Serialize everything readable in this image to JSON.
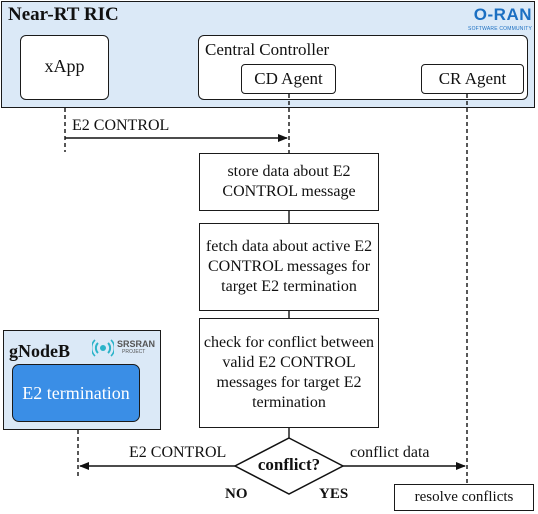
{
  "ric": {
    "title": "Near-RT RIC",
    "oran_logo": {
      "main": "O-RAN",
      "sub": "SOFTWARE COMMUNITY"
    },
    "xapp": "xApp",
    "central_controller": {
      "title": "Central Controller",
      "cd_agent": "CD Agent",
      "cr_agent": "CR Agent"
    }
  },
  "messages": {
    "e2_control_in": "E2 CONTROL",
    "e2_control_out": "E2 CONTROL",
    "conflict_data": "conflict data"
  },
  "steps": [
    "store data about E2 CONTROL message",
    "fetch data about active E2 CONTROL messages for target E2 termination",
    "check for conflict between valid E2 CONTROL  messages for target E2 termination"
  ],
  "decision": {
    "question": "conflict?",
    "no": "NO",
    "yes": "YES"
  },
  "gnodeb": {
    "title": "gNodeB",
    "srsran_logo": {
      "top": "SRSRAN",
      "bottom": "PROJECT"
    },
    "e2_termination": "E2 termination"
  },
  "resolve": "resolve conflicts",
  "colors": {
    "panel_bg": "#dbe9f7",
    "oran_blue": "#1b6fc2",
    "e2_termination_fill": "#3a8ee6",
    "srsran_teal": "#2bb3c9"
  }
}
